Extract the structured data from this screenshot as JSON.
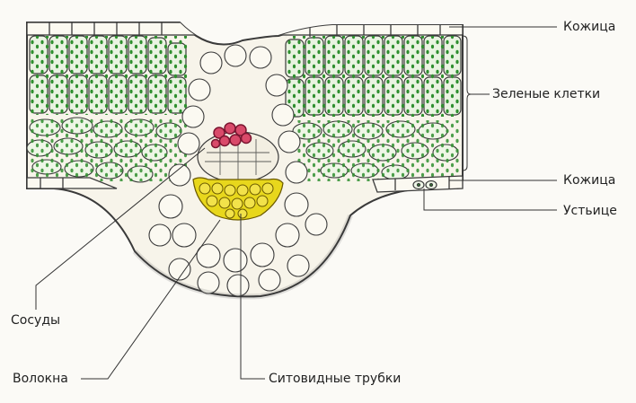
{
  "labels": {
    "epidermis_top": "Кожица",
    "green_cells": "Зеленые клетки",
    "epidermis_bottom": "Кожица",
    "stoma": "Устьице",
    "vessels": "Сосуды",
    "fibers": "Волокна",
    "sieve_tubes": "Ситовидные трубки"
  },
  "colors": {
    "background": "#fbfaf6",
    "cell_wall": "#3a3a3a",
    "chlorophyll": "#2f8f2f",
    "mesophyll_fill": "#e9f3e1",
    "vessel_fill": "#d94a6a",
    "sieve_fill": "#e8d71c",
    "leader_line": "#333333"
  }
}
